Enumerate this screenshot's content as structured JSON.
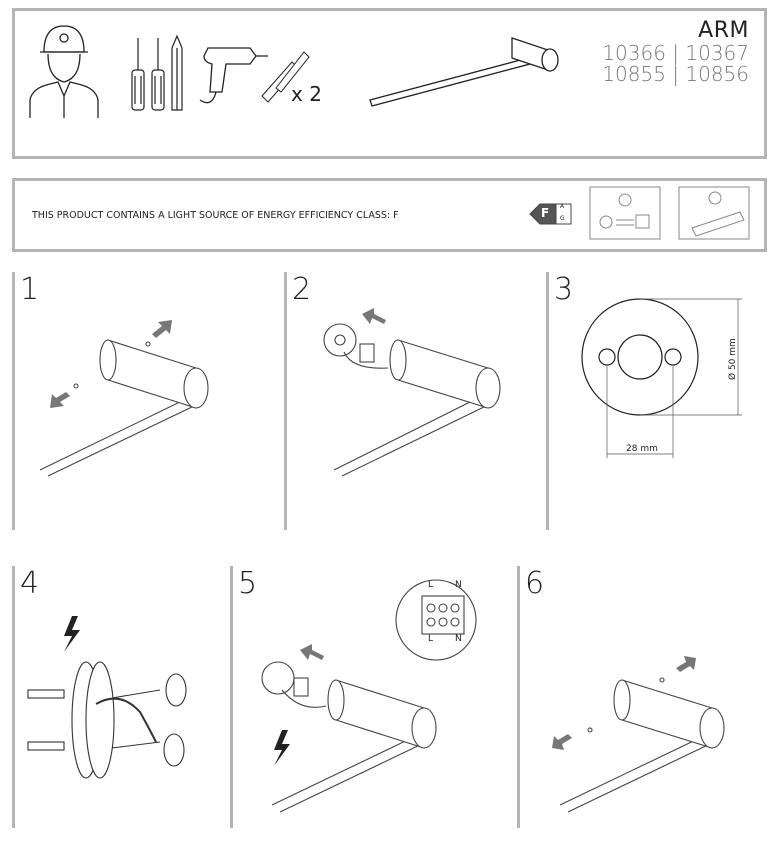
{
  "header": {
    "product_name": "ARM",
    "codes_line1": "10366 | 10367",
    "codes_line2": "10855 | 10856",
    "screws_count": "x 2"
  },
  "energy": {
    "statement": "THIS PRODUCT CONTAINS A LIGHT SOURCE OF ENERGY EFFICIENCY CLASS: F",
    "class_letter": "F",
    "scale_top": "A",
    "scale_bottom": "G"
  },
  "steps": [
    {
      "number": "1"
    },
    {
      "number": "2"
    },
    {
      "number": "3",
      "diameter_label": "Ø 50 mm",
      "spacing_label": "28 mm"
    },
    {
      "number": "4"
    },
    {
      "number": "5",
      "terminal_labels": [
        "L",
        "N",
        "L",
        "N"
      ]
    },
    {
      "number": "6"
    }
  ],
  "colors": {
    "frame": "#b4b4b4",
    "arrow": "#777777",
    "line": "#222222"
  }
}
